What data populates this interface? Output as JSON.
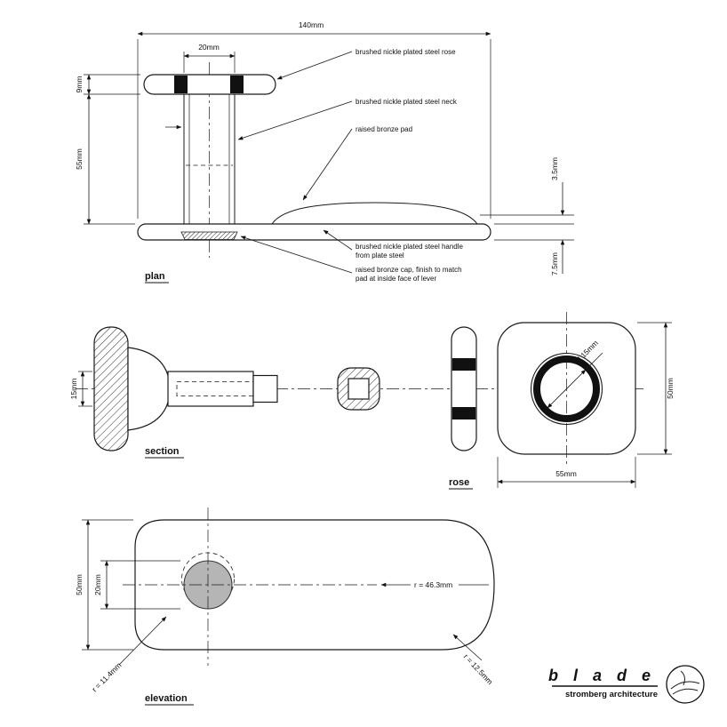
{
  "plan": {
    "label": "plan",
    "dim_overall": "140mm",
    "dim_neck_width": "20mm",
    "dim_rose": "9mm",
    "dim_neck_length": "55mm",
    "dim_pad": "3.5mm",
    "dim_handle": "7.5mm",
    "ann_rose": "brushed nickle plated steel rose",
    "ann_neck": "brushed nickle plated steel neck",
    "ann_pad": "raised bronze pad",
    "ann_handle_1": "brushed nickle plated steel handle",
    "ann_handle_2": "from plate steel",
    "ann_cap_1": "raised bronze cap, finish to match",
    "ann_cap_2": "pad at inside face of lever"
  },
  "section": {
    "label": "section",
    "dim_neck": "15mm"
  },
  "rose": {
    "label": "rose",
    "dim_hole": "Ø 15mm",
    "dim_height": "50mm",
    "dim_width": "55mm"
  },
  "elevation": {
    "label": "elevation",
    "dim_height": "50mm",
    "dim_hole": "20mm",
    "dim_r_main": "r = 46.3mm",
    "dim_r_left": "r = 11.4mm",
    "dim_r_right": "r = 12.5mm"
  },
  "logo": {
    "brand": "b l a d e",
    "firm": "stromberg architecture"
  }
}
